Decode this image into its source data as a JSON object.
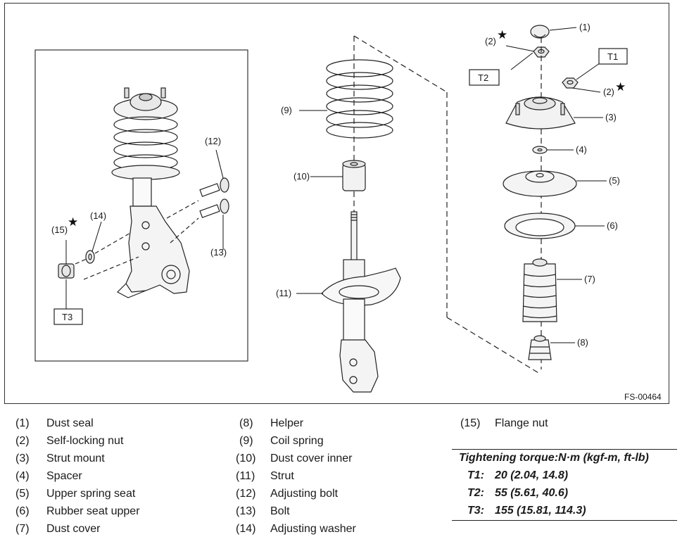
{
  "figure": {
    "id": "FS-00464",
    "callouts": [
      "(1)",
      "(2)",
      "(2)",
      "(3)",
      "(4)",
      "(5)",
      "(6)",
      "(7)",
      "(8)",
      "(9)",
      "(10)",
      "(11)",
      "(12)",
      "(13)",
      "(14)",
      "(15)"
    ],
    "torque_boxes": [
      "T1",
      "T2",
      "T3"
    ],
    "star_symbol": "★"
  },
  "legend": {
    "col1": [
      {
        "num": "(1)",
        "label": "Dust seal"
      },
      {
        "num": "(2)",
        "label": "Self-locking nut"
      },
      {
        "num": "(3)",
        "label": "Strut mount"
      },
      {
        "num": "(4)",
        "label": "Spacer"
      },
      {
        "num": "(5)",
        "label": "Upper spring seat"
      },
      {
        "num": "(6)",
        "label": "Rubber seat upper"
      },
      {
        "num": "(7)",
        "label": "Dust cover"
      }
    ],
    "col2": [
      {
        "num": "(8)",
        "label": "Helper"
      },
      {
        "num": "(9)",
        "label": "Coil spring"
      },
      {
        "num": "(10)",
        "label": "Dust cover inner"
      },
      {
        "num": "(11)",
        "label": "Strut"
      },
      {
        "num": "(12)",
        "label": "Adjusting bolt"
      },
      {
        "num": "(13)",
        "label": "Bolt"
      },
      {
        "num": "(14)",
        "label": "Adjusting washer"
      }
    ],
    "col3": [
      {
        "num": "(15)",
        "label": "Flange nut"
      }
    ]
  },
  "torque": {
    "title": "Tightening torque:N·m (kgf-m, ft-lb)",
    "rows": [
      {
        "key": "T1:",
        "value": "20 (2.04, 14.8)"
      },
      {
        "key": "T2:",
        "value": "55 (5.61, 40.6)"
      },
      {
        "key": "T3:",
        "value": "155 (15.81, 114.3)"
      }
    ]
  }
}
